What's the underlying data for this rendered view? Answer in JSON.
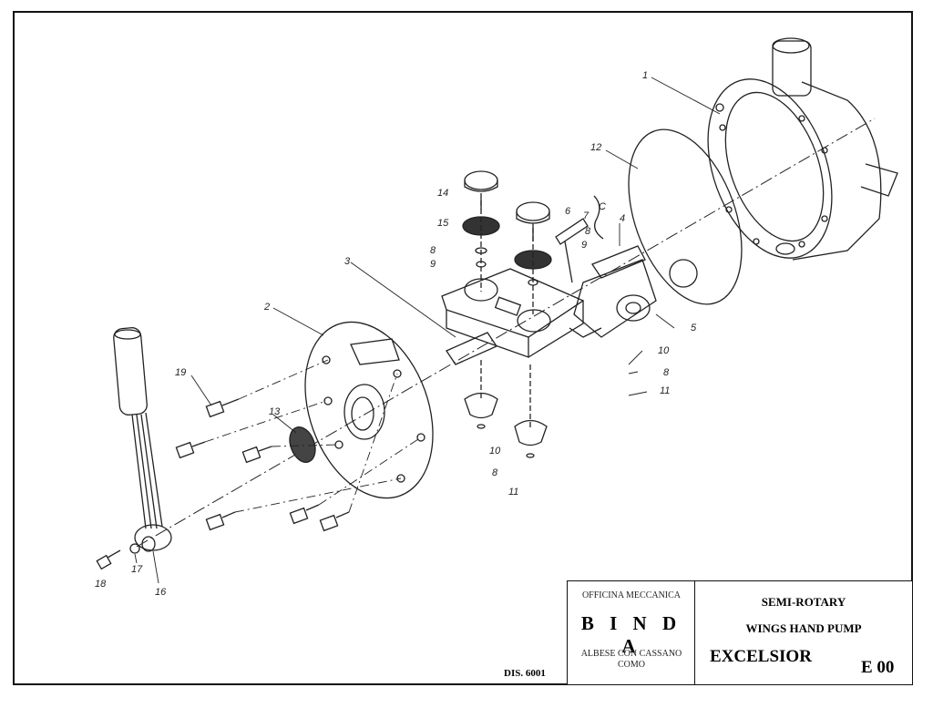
{
  "drawing": {
    "part_numbers": [
      "1",
      "2",
      "3",
      "4",
      "5",
      "6",
      "7",
      "8",
      "9",
      "10",
      "11",
      "12",
      "13",
      "14",
      "15",
      "16",
      "17",
      "18",
      "19",
      "C"
    ],
    "label_extra": {
      "l8a": "8",
      "l9a": "9",
      "l8b": "8",
      "l9b": "9",
      "l10b": "10",
      "l8c": "8",
      "l11b": "11",
      "l10c": "10",
      "l8d": "8",
      "l11c": "11"
    }
  },
  "title_block": {
    "company_line1": "OFFICINA MECCANICA",
    "company_name": "B I N D A",
    "company_line2": "ALBESE CON CASSANO",
    "company_line3": "COMO",
    "product_line1": "SEMI-ROTARY",
    "product_line2": "WINGS HAND PUMP",
    "product_name": "EXCELSIOR",
    "code": "E 00",
    "drawing_number": "DIS. 6001"
  }
}
